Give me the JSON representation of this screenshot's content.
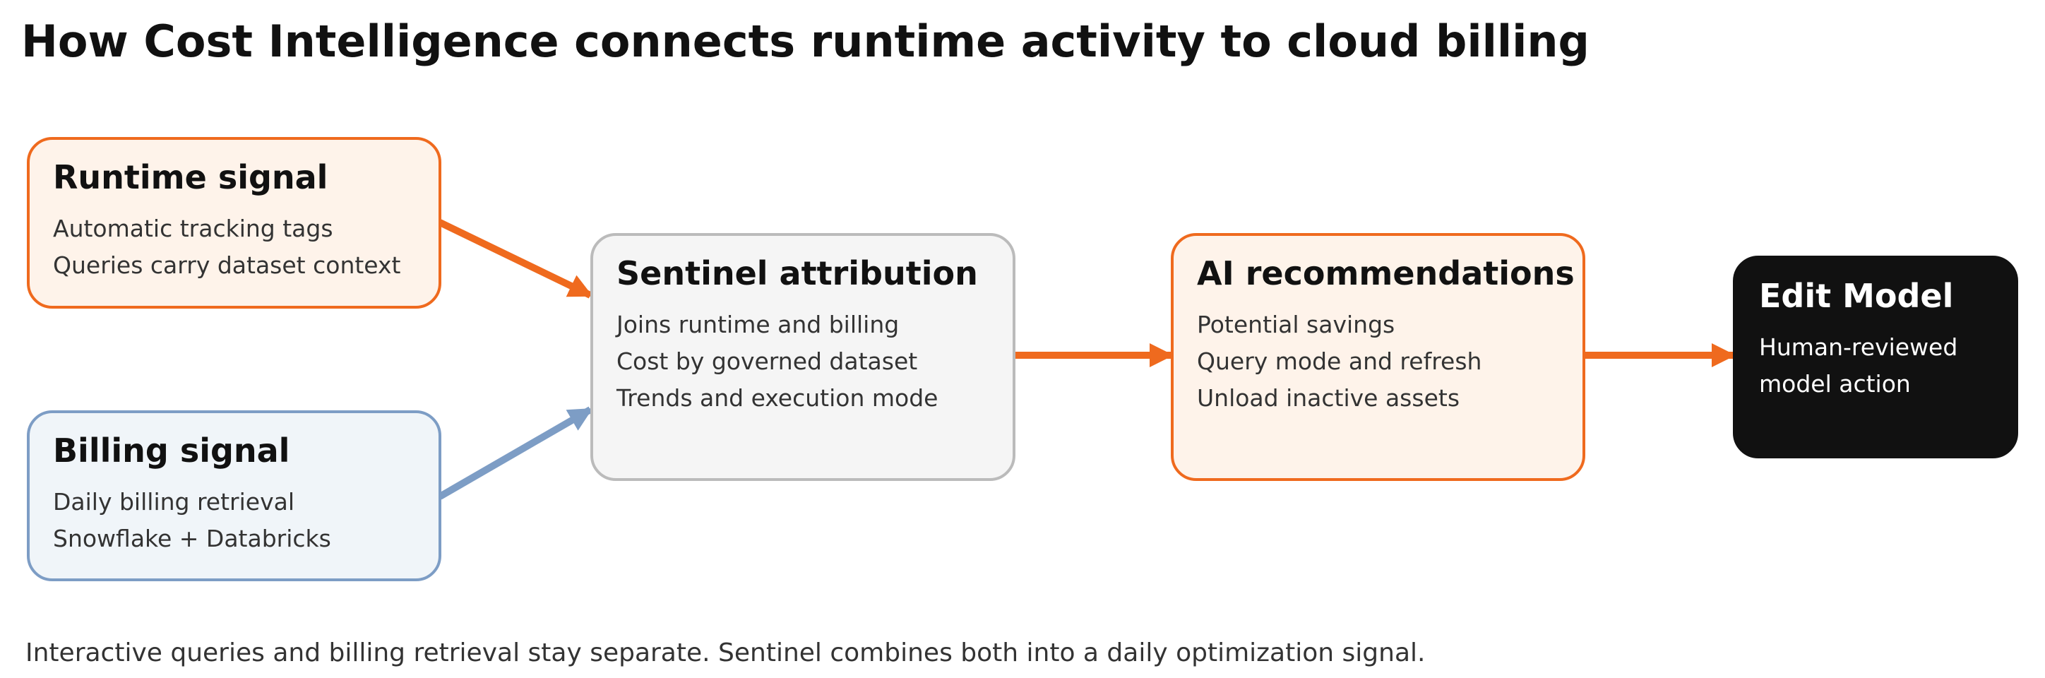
{
  "title": "How Cost Intelligence connects runtime activity to cloud billing",
  "colors": {
    "accent": "#ef6a1e",
    "billing": "#7d9dc5",
    "neutral": "#bbbbbb",
    "dark": "#111111"
  },
  "nodes": {
    "runtime": {
      "title": "Runtime signal",
      "lines": [
        "Automatic tracking tags",
        "Queries carry dataset context"
      ]
    },
    "billing": {
      "title": "Billing signal",
      "lines": [
        "Daily billing retrieval",
        "Snowflake + Databricks"
      ]
    },
    "sentinel": {
      "title": "Sentinel attribution",
      "lines": [
        "Joins runtime and billing",
        "Cost by governed dataset",
        "Trends and execution mode"
      ]
    },
    "ai": {
      "title": "AI recommendations",
      "lines": [
        "Potential savings",
        "Query mode and refresh",
        "Unload inactive assets"
      ]
    },
    "edit": {
      "title": "Edit Model",
      "lines": [
        "Human-reviewed",
        "model action"
      ]
    }
  },
  "footer": "Interactive queries and billing retrieval stay separate. Sentinel combines both into a daily optimization signal."
}
